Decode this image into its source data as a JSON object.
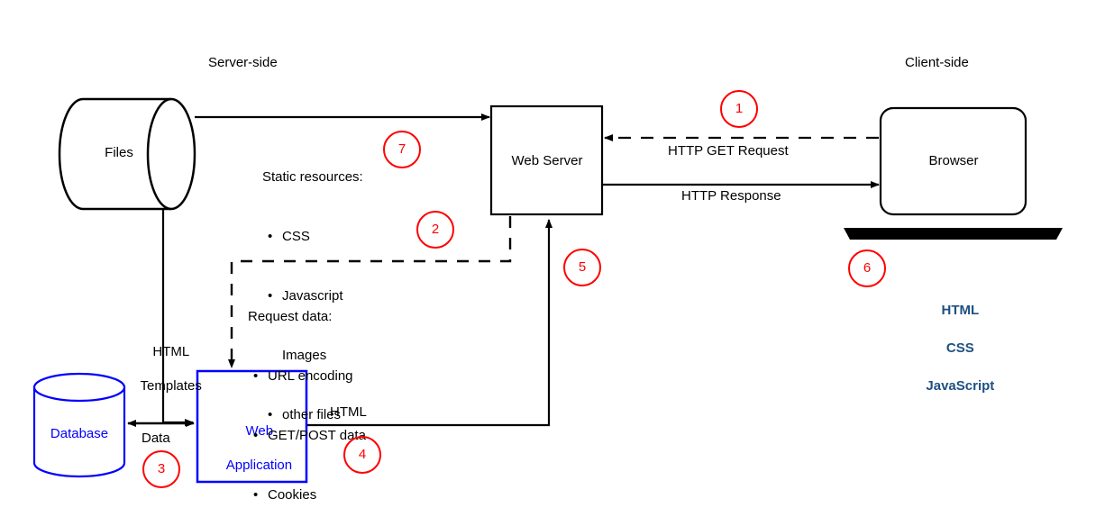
{
  "diagram": {
    "title_server": "Server-side",
    "title_client": "Client-side",
    "nodes": {
      "files": "Files",
      "web_server": "Web Server",
      "browser": "Browser",
      "database": "Database",
      "web_application_line1": "Web",
      "web_application_line2": "Application"
    },
    "edge_labels": {
      "static_resources_header": "Static resources:",
      "static_resources_items": [
        "CSS",
        "Javascript",
        "Images",
        "other files"
      ],
      "request_data_header": "Request data:",
      "request_data_items": [
        "URL encoding",
        "GET/POST data",
        "Cookies"
      ],
      "http_get_request": "HTTP GET Request",
      "http_response": "HTTP Response",
      "html_templates_line1": "HTML",
      "html_templates_line2": "Templates",
      "data": "Data",
      "html": "HTML"
    },
    "client_tech": [
      "HTML",
      "CSS",
      "JavaScript"
    ],
    "markers": [
      {
        "id": "1",
        "label": "1"
      },
      {
        "id": "2",
        "label": "2"
      },
      {
        "id": "3",
        "label": "3"
      },
      {
        "id": "4",
        "label": "4"
      },
      {
        "id": "5",
        "label": "5"
      },
      {
        "id": "6",
        "label": "6"
      },
      {
        "id": "7",
        "label": "7"
      }
    ],
    "colors": {
      "stroke": "#000000",
      "blue": "#0000ff",
      "marker_red": "#ff0000",
      "tech_blue": "#1F5082",
      "background": "#ffffff"
    }
  }
}
